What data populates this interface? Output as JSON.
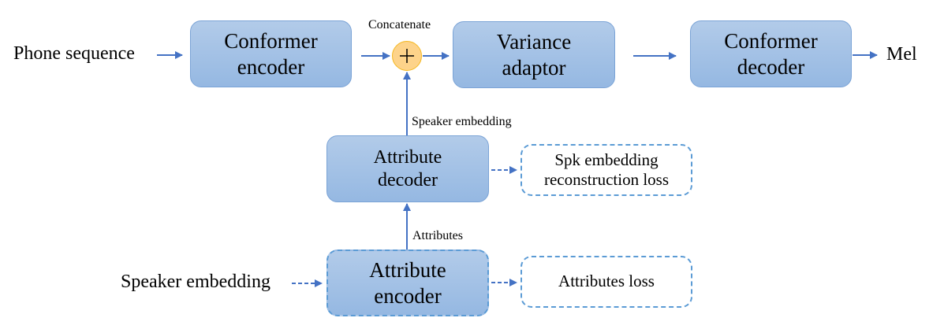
{
  "diagram": {
    "inputs": {
      "phone_sequence": "Phone sequence",
      "speaker_embedding": "Speaker embedding"
    },
    "outputs": {
      "mel": "Mel"
    },
    "nodes": {
      "conformer_encoder": {
        "line1": "Conformer",
        "line2": "encoder"
      },
      "variance_adaptor": {
        "line1": "Variance",
        "line2": "adaptor"
      },
      "conformer_decoder": {
        "line1": "Conformer",
        "line2": "decoder"
      },
      "attribute_decoder": {
        "line1": "Attribute",
        "line2": "decoder"
      },
      "attribute_encoder": {
        "line1": "Attribute",
        "line2": "encoder"
      },
      "spk_loss": {
        "line1": "Spk embedding",
        "line2": "reconstruction loss"
      },
      "attributes_loss": {
        "line1": "Attributes loss"
      },
      "concat": {
        "symbol": "+"
      }
    },
    "edge_labels": {
      "concatenate": "Concatenate",
      "speaker_embedding": "Speaker embedding",
      "attributes": "Attributes"
    },
    "edges": [
      {
        "from": "Phone sequence",
        "to": "Conformer encoder",
        "style": "solid"
      },
      {
        "from": "Conformer encoder",
        "to": "Concatenate",
        "style": "solid"
      },
      {
        "from": "Concatenate",
        "to": "Variance adaptor",
        "style": "solid"
      },
      {
        "from": "Variance adaptor",
        "to": "Conformer decoder",
        "style": "solid"
      },
      {
        "from": "Conformer decoder",
        "to": "Mel",
        "style": "solid"
      },
      {
        "from": "Attribute decoder",
        "to": "Concatenate",
        "style": "solid",
        "label": "Speaker embedding"
      },
      {
        "from": "Attribute encoder",
        "to": "Attribute decoder",
        "style": "solid",
        "label": "Attributes"
      },
      {
        "from": "Attribute decoder",
        "to": "Spk embedding reconstruction loss",
        "style": "dashed"
      },
      {
        "from": "Speaker embedding",
        "to": "Attribute encoder",
        "style": "dashed"
      },
      {
        "from": "Attribute encoder",
        "to": "Attributes loss",
        "style": "dashed"
      }
    ],
    "colors": {
      "box_fill_top": "#b2cbe9",
      "box_fill_bottom": "#95b8e2",
      "box_border": "#7aa3d6",
      "dashed_border": "#5b9bd5",
      "arrow": "#4472c4",
      "concat_fill": "#fdd38a",
      "concat_border": "#f5b820"
    }
  }
}
